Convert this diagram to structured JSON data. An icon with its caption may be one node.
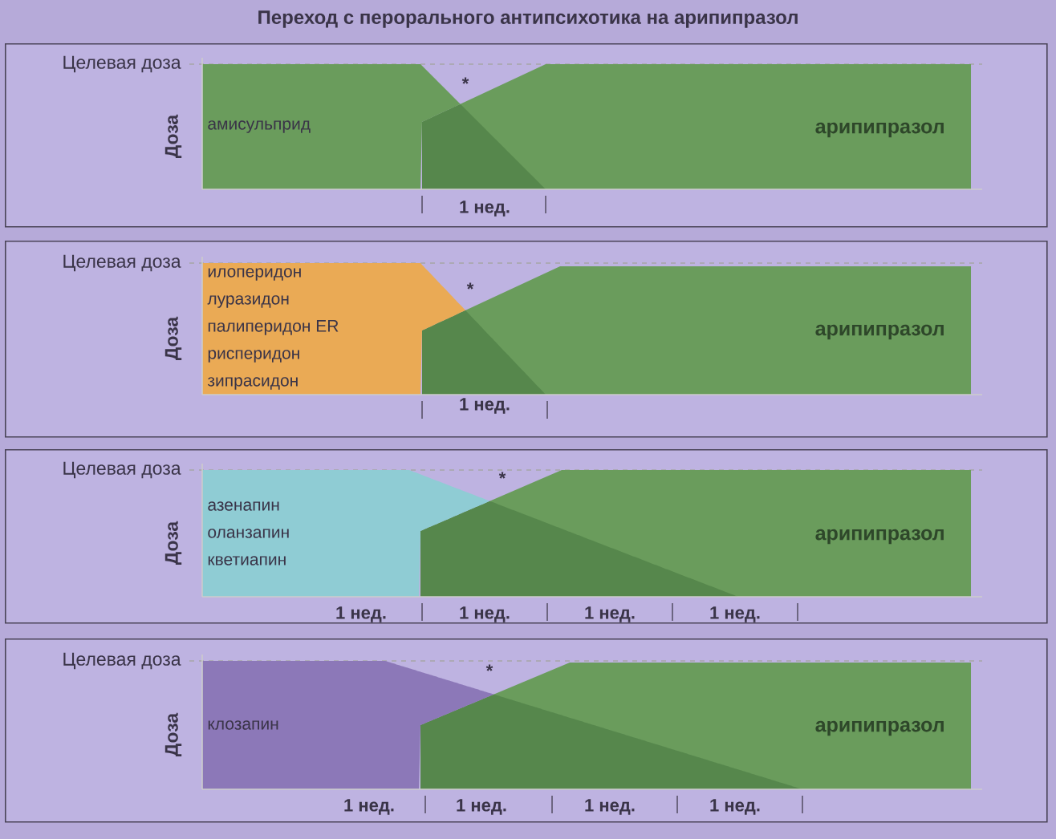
{
  "diagram": {
    "title": "Переход с перорального антипсихотика на арипипразол",
    "nodes": [
      {
        "text": [
          "Целевая доза",
          "Доза"
        ]
      },
      {
        "text": [
          "амисульприд"
        ],
        "in": 0
      },
      {
        "text": [
          "арипипразол"
        ],
        "in": 0
      },
      {
        "text": [
          "Целевая доза",
          "Доза"
        ]
      },
      {
        "text": [
          "илоперидон",
          "луразидон",
          "палиперидон ER",
          "рисперидон",
          "зипрасидон"
        ],
        "in": 3
      },
      {
        "text": [
          "арипипразол"
        ],
        "in": 3
      },
      {
        "text": [
          "Целевая доза",
          "Доза"
        ]
      },
      {
        "text": [
          "азенапин",
          "оланзапин",
          "кветиапин"
        ],
        "in": 6
      },
      {
        "text": [
          "арипипразол"
        ],
        "in": 6
      },
      {
        "text": [
          "Целевая доза",
          "Доза"
        ]
      },
      {
        "text": [
          "клозапин"
        ],
        "in": 9
      },
      {
        "text": [
          "арипипразол"
        ],
        "in": 9
      }
    ],
    "labels": [
      "*",
      "1 нед.",
      "*",
      "1 нед.",
      "*",
      "1 нед.",
      "1 нед.",
      "1 нед.",
      "1 нед.",
      "*",
      "1 нед.",
      "1 нед.",
      "1 нед.",
      "1 нед."
    ]
  }
}
